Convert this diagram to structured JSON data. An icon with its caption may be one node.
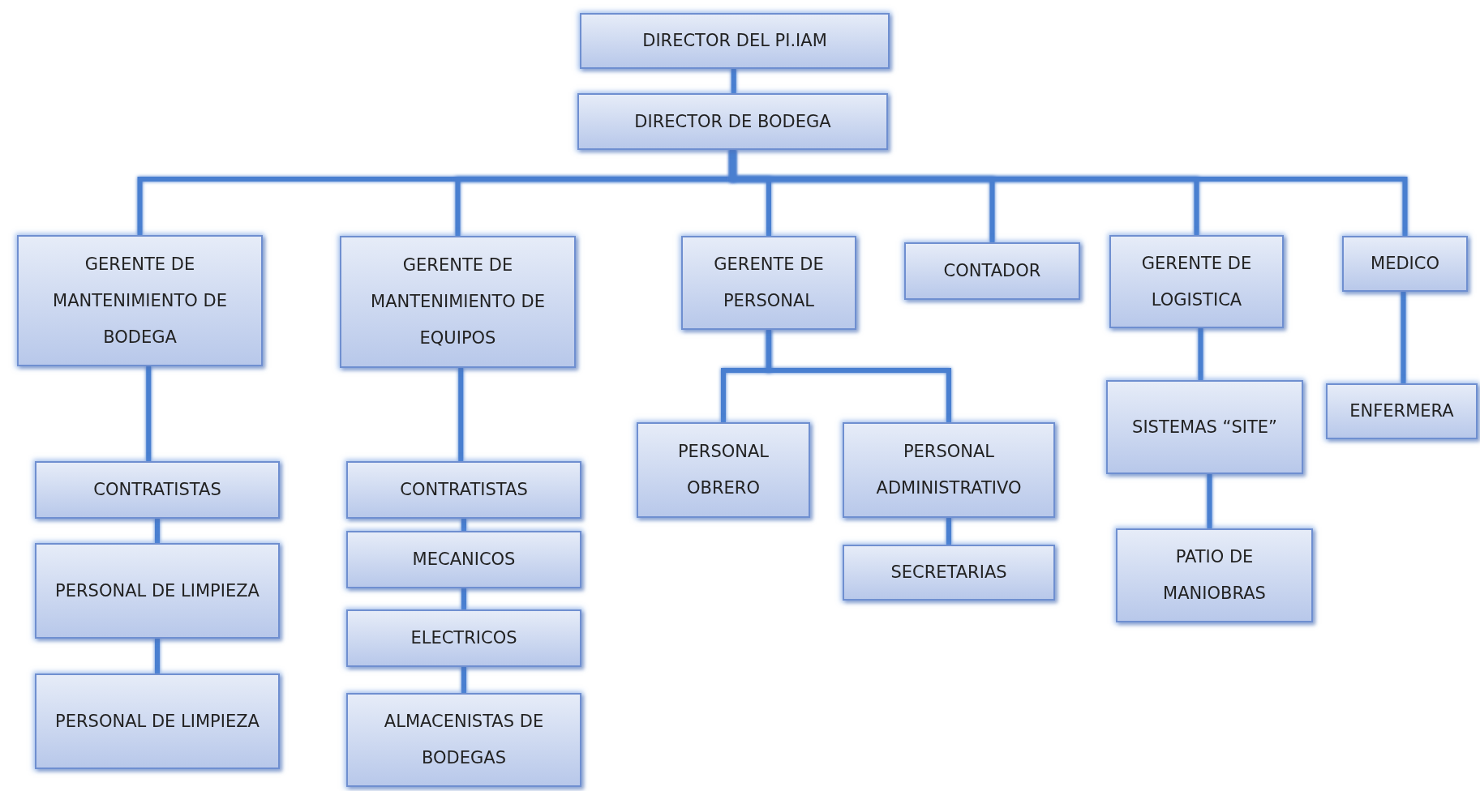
{
  "diagram": {
    "nodes": [
      {
        "text": [
          "DIRECTOR DEL PI.IAM"
        ]
      },
      {
        "text": [
          "DIRECTOR DE BODEGA"
        ]
      },
      {
        "text": [
          "GERENTE DE MANTENIMIENTO DE BODEGA"
        ]
      },
      {
        "text": [
          "GERENTE DE MANTENIMIENTO DE EQUIPOS"
        ]
      },
      {
        "text": [
          "GERENTE DE PERSONAL"
        ]
      },
      {
        "text": [
          "CONTADOR"
        ]
      },
      {
        "text": [
          "GERENTE DE LOGISTICA"
        ]
      },
      {
        "text": [
          "MEDICO"
        ]
      },
      {
        "text": [
          "CONTRATISTAS"
        ]
      },
      {
        "text": [
          "PERSONAL DE LIMPIEZA"
        ]
      },
      {
        "text": [
          "PERSONAL DE LIMPIEZA"
        ]
      },
      {
        "text": [
          "CONTRATISTAS"
        ]
      },
      {
        "text": [
          "MECANICOS"
        ]
      },
      {
        "text": [
          "ELECTRICOS"
        ]
      },
      {
        "text": [
          "ALMACENISTAS DE BODEGAS"
        ]
      },
      {
        "text": [
          "PERSONAL OBRERO"
        ]
      },
      {
        "text": [
          "PERSONAL ADMINISTRATIVO"
        ]
      },
      {
        "text": [
          "SECRETARIAS"
        ]
      },
      {
        "text": [
          "SISTEMAS “SITE”"
        ]
      },
      {
        "text": [
          "PATIO DE MANIOBRAS"
        ]
      },
      {
        "text": [
          "ENFERMERA"
        ]
      }
    ],
    "edges": [
      {
        "from": 0,
        "to": 1,
        "arrow": "none"
      },
      {
        "from": 1,
        "to": 2,
        "arrow": "none"
      },
      {
        "from": 1,
        "to": 3,
        "arrow": "none"
      },
      {
        "from": 1,
        "to": 4,
        "arrow": "none"
      },
      {
        "from": 1,
        "to": 5,
        "arrow": "none"
      },
      {
        "from": 1,
        "to": 6,
        "arrow": "none"
      },
      {
        "from": 1,
        "to": 7,
        "arrow": "none"
      },
      {
        "from": 2,
        "to": 8,
        "arrow": "none"
      },
      {
        "from": 8,
        "to": 9,
        "arrow": "none"
      },
      {
        "from": 9,
        "to": 10,
        "arrow": "none"
      },
      {
        "from": 3,
        "to": 11,
        "arrow": "none"
      },
      {
        "from": 11,
        "to": 12,
        "arrow": "none"
      },
      {
        "from": 12,
        "to": 13,
        "arrow": "none"
      },
      {
        "from": 13,
        "to": 14,
        "arrow": "none"
      },
      {
        "from": 4,
        "to": 15,
        "arrow": "none"
      },
      {
        "from": 4,
        "to": 16,
        "arrow": "none"
      },
      {
        "from": 16,
        "to": 17,
        "arrow": "none"
      },
      {
        "from": 6,
        "to": 18,
        "arrow": "none"
      },
      {
        "from": 18,
        "to": 19,
        "arrow": "none"
      },
      {
        "from": 7,
        "to": 20,
        "arrow": "none"
      }
    ]
  }
}
